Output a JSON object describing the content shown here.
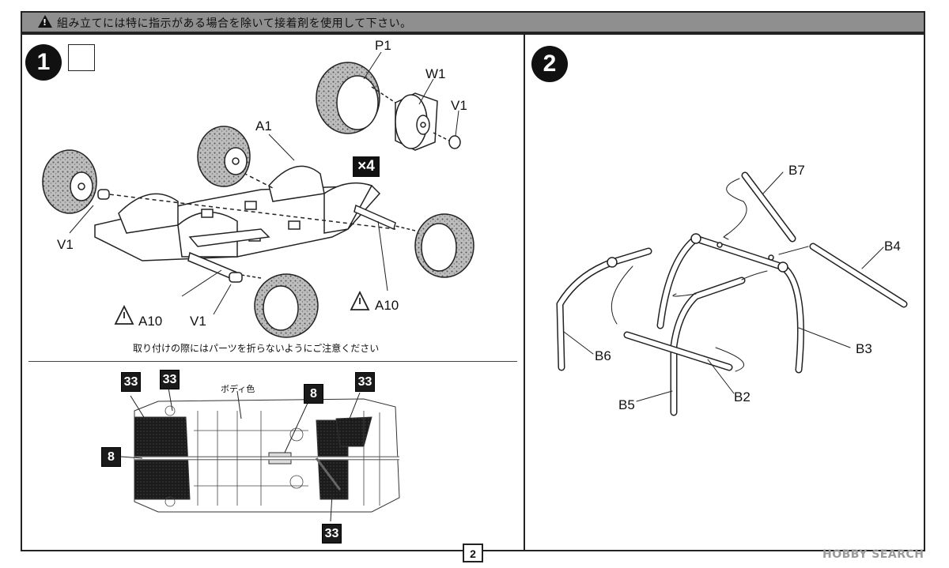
{
  "header": {
    "notice_text": "組み立てには特に指示がある場合を除いて接着剤を使用して下さい。"
  },
  "step1": {
    "number": "1",
    "parts": {
      "p1": "P1",
      "w1": "W1",
      "v1_top": "V1",
      "a1": "A1",
      "v1_left": "V1",
      "a10_left": "A10",
      "v1_bottom": "V1",
      "a10_right": "A10"
    },
    "multiplier": "×4",
    "caution_note": "取り付けの際にはパーツを折らないようにご注意ください"
  },
  "paint_guide": {
    "body_color_label": "ボディ色",
    "color_codes": [
      "33",
      "33",
      "8",
      "33",
      "8",
      "33"
    ]
  },
  "step2": {
    "number": "2",
    "parts": {
      "b7": "B7",
      "b4": "B4",
      "b6": "B6",
      "b3": "B3",
      "b2": "B2",
      "b5": "B5"
    }
  },
  "footer": {
    "page_number": "2",
    "watermark": "HOBBY SEARCH"
  }
}
